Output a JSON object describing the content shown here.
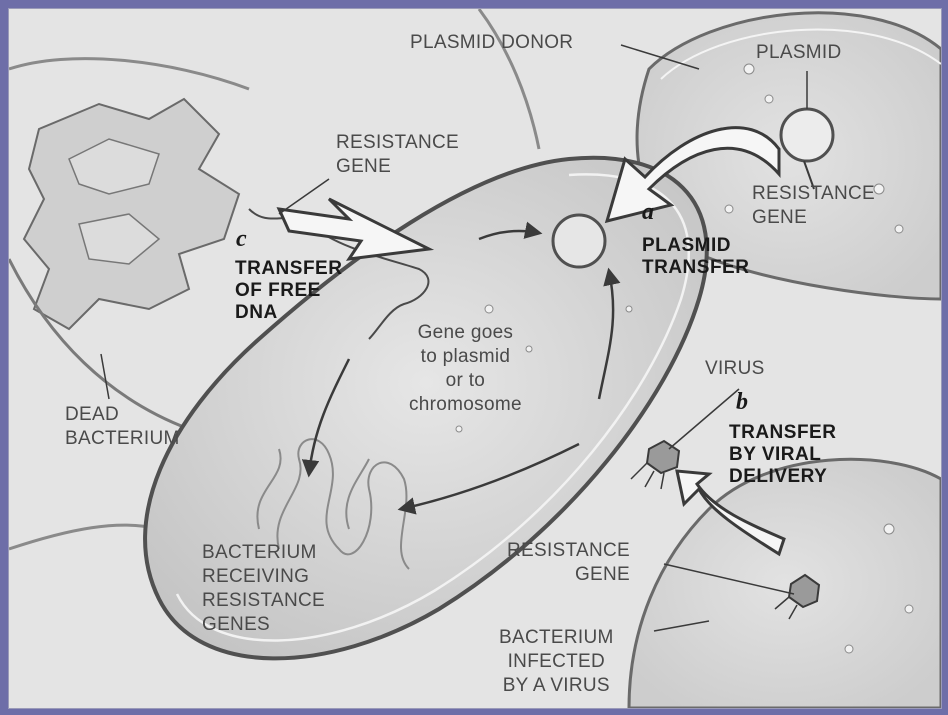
{
  "labels": {
    "plasmid_donor": "PLASMID DONOR",
    "plasmid": "PLASMID",
    "resistance_gene_top": "RESISTANCE\nGENE",
    "resistance_gene_right": "RESISTANCE\nGENE",
    "resistance_gene_bottom": "RESISTANCE\nGENE",
    "gene_goes": "Gene goes\nto plasmid\nor to\nchromosome",
    "virus": "VIRUS",
    "dead_bacterium": "DEAD\nBACTERIUM",
    "bacterium_receiving": "BACTERIUM\nRECEIVING\nRESISTANCE\nGENES",
    "bacterium_infected": "BACTERIUM\nINFECTED\nBY A VIRUS"
  },
  "mechanisms": {
    "a_letter": "a",
    "a_title": "PLASMID\nTRANSFER",
    "b_letter": "b",
    "b_title": "TRANSFER\nBY VIRAL\nDELIVERY",
    "c_letter": "c",
    "c_title": "TRANSFER\nOF FREE\nDNA"
  },
  "colors": {
    "frame": "#6e6ea8",
    "background": "#e4e4e4",
    "cell_fill": "#d8d8d8",
    "outline": "#505050"
  }
}
